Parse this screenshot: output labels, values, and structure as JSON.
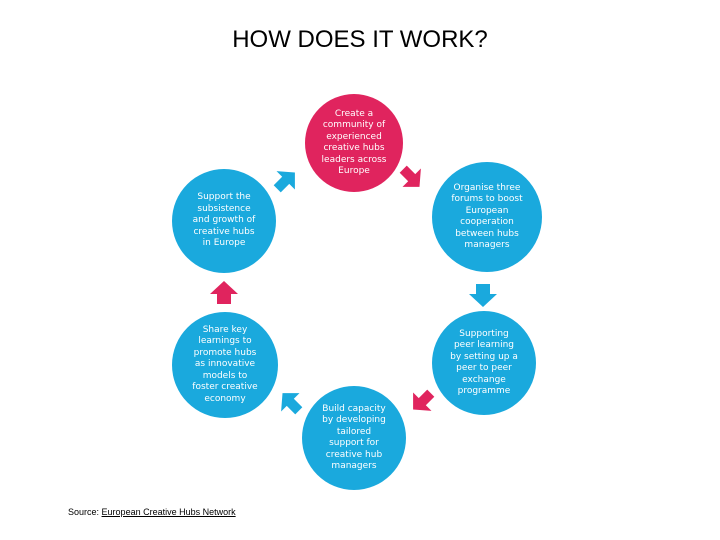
{
  "title": "HOW DOES IT WORK?",
  "steps": [
    {
      "text": "Create a\ncommunity of\nexperienced\ncreative hubs\nleaders across\nEurope",
      "color": "#e0245e"
    },
    {
      "text": "Organise three\nforums to boost\nEuropean\ncooperation\nbetween hubs\nmanagers",
      "color": "#1aa9dd"
    },
    {
      "text": "Supporting\npeer learning\nby setting up a\npeer to peer\nexchange\nprogramme",
      "color": "#1aa9dd"
    },
    {
      "text": "Build capacity\nby developing\ntailored\nsupport for\ncreative hub\nmanagers",
      "color": "#1aa9dd"
    },
    {
      "text": "Share key\nlearnings to\npromote hubs\nas innovative\nmodels to\nfoster creative\neconomy",
      "color": "#1aa9dd"
    },
    {
      "text": "Support the\nsubsistence\nand growth of\ncreative hubs\nin Europe",
      "color": "#1aa9dd"
    }
  ],
  "arrow_colors": [
    "#e0245e",
    "#1aa9dd",
    "#e0245e",
    "#1aa9dd",
    "#e0245e",
    "#1aa9dd"
  ],
  "source": {
    "label": "Source:",
    "link_text": "European Creative Hubs Network"
  }
}
